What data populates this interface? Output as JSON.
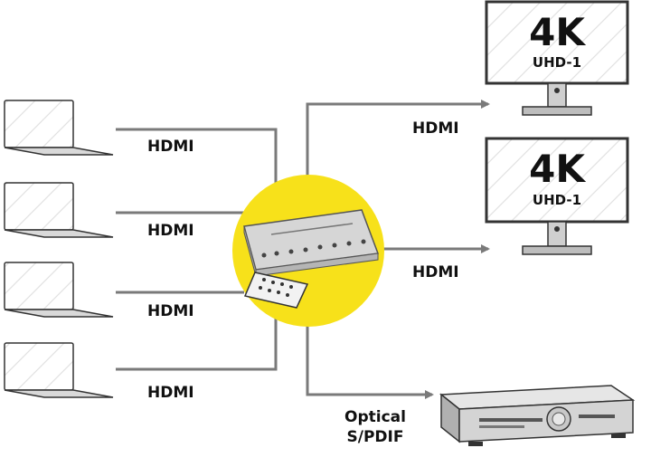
{
  "labels": {
    "in1": "HDMI",
    "in2": "HDMI",
    "in3": "HDMI",
    "in4": "HDMI",
    "out1": "HDMI",
    "out2": "HDMI",
    "audio_line1": "Optical",
    "audio_line2": "S/PDIF"
  },
  "monitors": [
    {
      "big": "4K",
      "sub": "UHD-1"
    },
    {
      "big": "4K",
      "sub": "UHD-1"
    }
  ],
  "colors": {
    "line": "#7a7a7a",
    "hub": "#f7e11a",
    "device": "#d8d8d8",
    "outline": "#333333"
  }
}
